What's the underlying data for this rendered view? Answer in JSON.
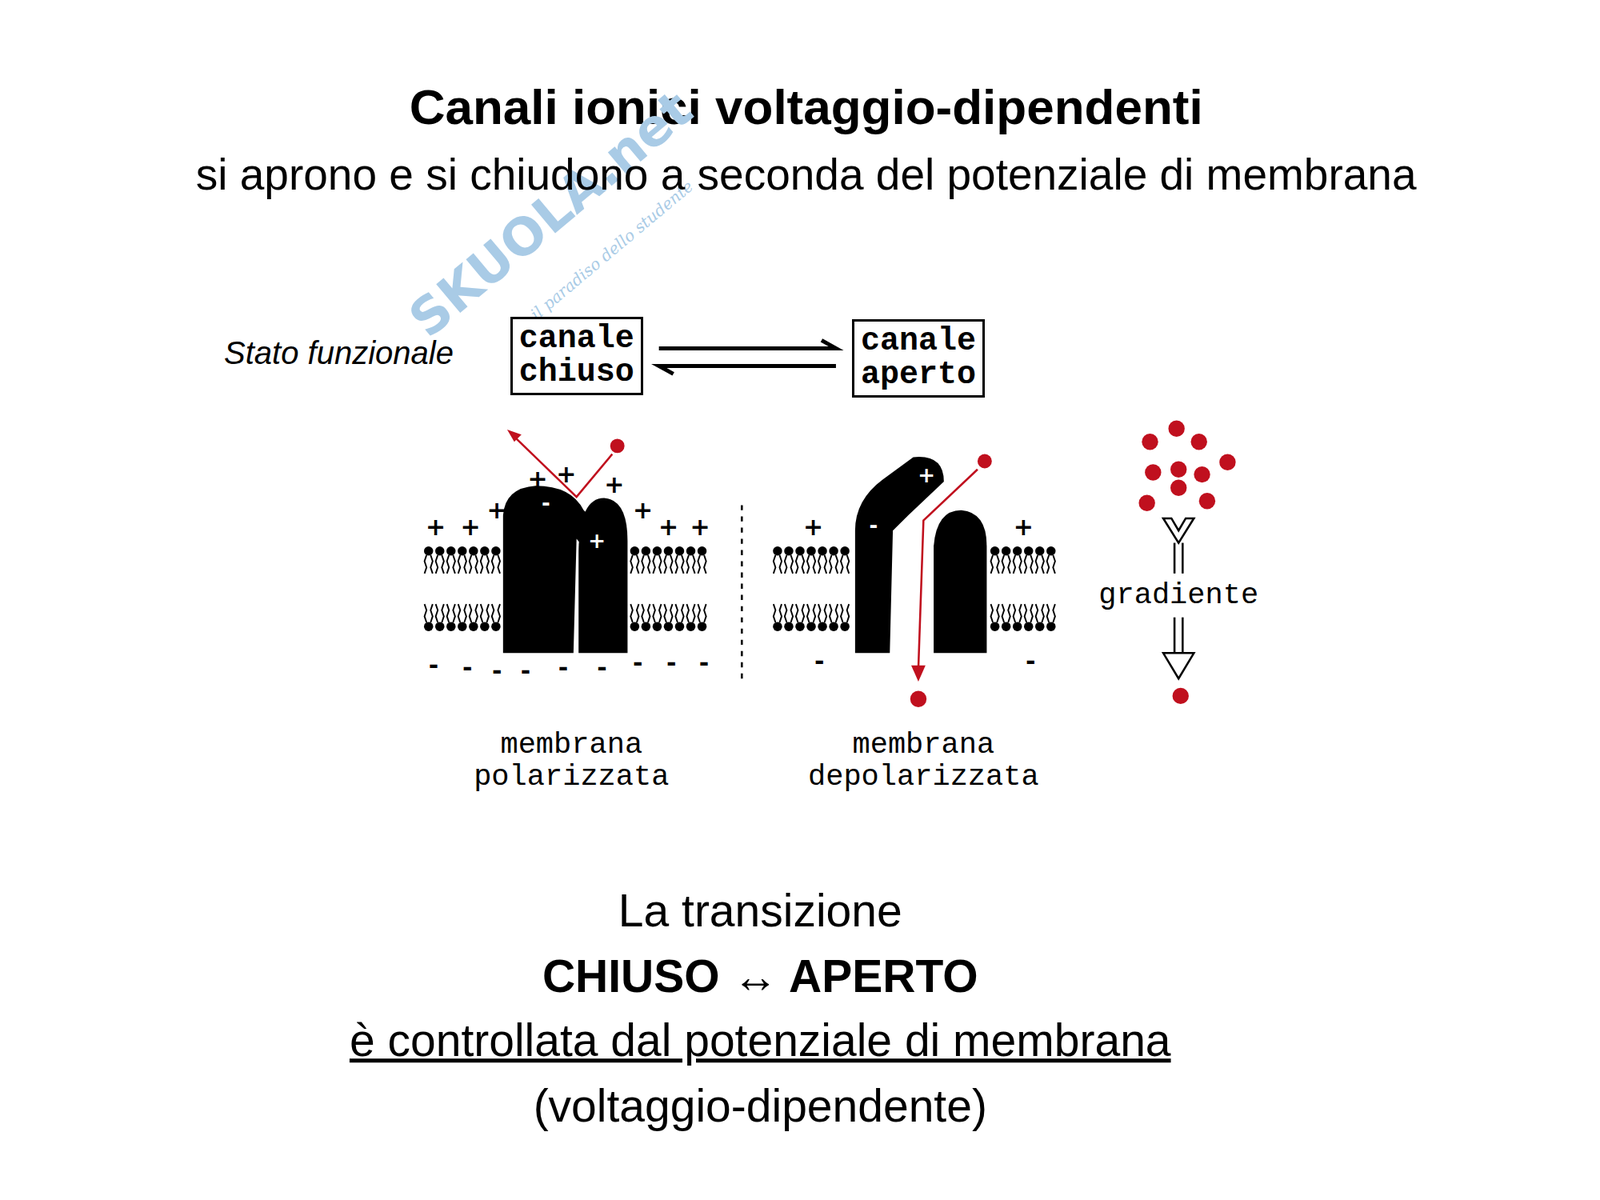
{
  "diagram": {
    "title": "Canali ionici voltaggio-dipendenti",
    "nodes": [
      {
        "text": [
          "canale chiuso"
        ]
      },
      {
        "text": [
          "canale aperto"
        ]
      }
    ],
    "edges": [
      {
        "from": 0,
        "to": 1,
        "arrow": "both"
      }
    ],
    "labels": [
      "SKUOLA.net",
      "il paradiso dello studente",
      "si aprono e si chiudono a seconda del potenziale di membrana",
      "Stato funzionale",
      "+",
      "+",
      "+",
      "+",
      "+",
      "+",
      "+",
      "+",
      "+",
      "-",
      "+",
      "-",
      "-",
      "-",
      "-",
      "-",
      "-",
      "-",
      "-",
      "-",
      "+",
      "-",
      "+",
      "+",
      "-",
      "-",
      "membrana polarizzata",
      "membrana depolarizzata",
      "gradiente",
      "La transizione",
      "CHIUSO ↔ APERTO",
      "è controllata dal potenziale di membrana",
      "(voltaggio-dipendente)"
    ]
  }
}
